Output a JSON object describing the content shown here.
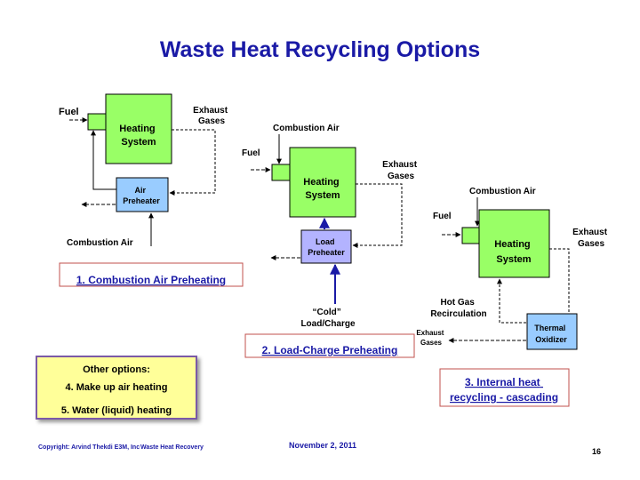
{
  "title": "Waste Heat Recycling Options",
  "colors": {
    "title": "#1a1aa6",
    "heating_box": "#99ff66",
    "preheater_box": "#99ccff",
    "load_box": "#b3b3ff",
    "oxidizer_box": "#99ccff",
    "arrow": "#1a1aa6",
    "caption_border": "#c0504d"
  },
  "panel1": {
    "fuel": "Fuel",
    "heating": [
      "Heating",
      "System"
    ],
    "exhaust": [
      "Exhaust",
      "Gases"
    ],
    "preheater": [
      "Air",
      "Preheater"
    ],
    "combustion_air": "Combustion Air",
    "caption": "1. Combustion Air Preheating"
  },
  "panel2": {
    "combustion_air": "Combustion Air",
    "fuel": "Fuel",
    "heating": [
      "Heating",
      "System"
    ],
    "exhaust": [
      "Exhaust",
      "Gases"
    ],
    "load_preheater": [
      "Load",
      "Preheater"
    ],
    "cold_load": [
      "“Cold”",
      "Load/Charge"
    ],
    "caption": "2. Load-Charge Preheating"
  },
  "panel3": {
    "combustion_air": "Combustion Air",
    "fuel": "Fuel",
    "heating": [
      "Heating",
      "System"
    ],
    "exhaust": [
      "Exhaust",
      "Gases"
    ],
    "hot_gas": [
      "Hot Gas",
      "Recirculation"
    ],
    "exhaust_small": [
      "Exhaust",
      "Gases"
    ],
    "oxidizer": [
      "Thermal",
      "Oxidizer"
    ],
    "caption": [
      "3. Internal heat",
      "recycling - cascading"
    ]
  },
  "other_options": {
    "heading": "Other options:",
    "items": [
      "4. Make up air heating",
      "5. Water (liquid) heating"
    ]
  },
  "footer": {
    "copyright": "Copyright: Arvind Thekdi E3M, Inc",
    "topic": "Waste Heat Recovery",
    "date": "November 2, 2011",
    "page": "16"
  }
}
